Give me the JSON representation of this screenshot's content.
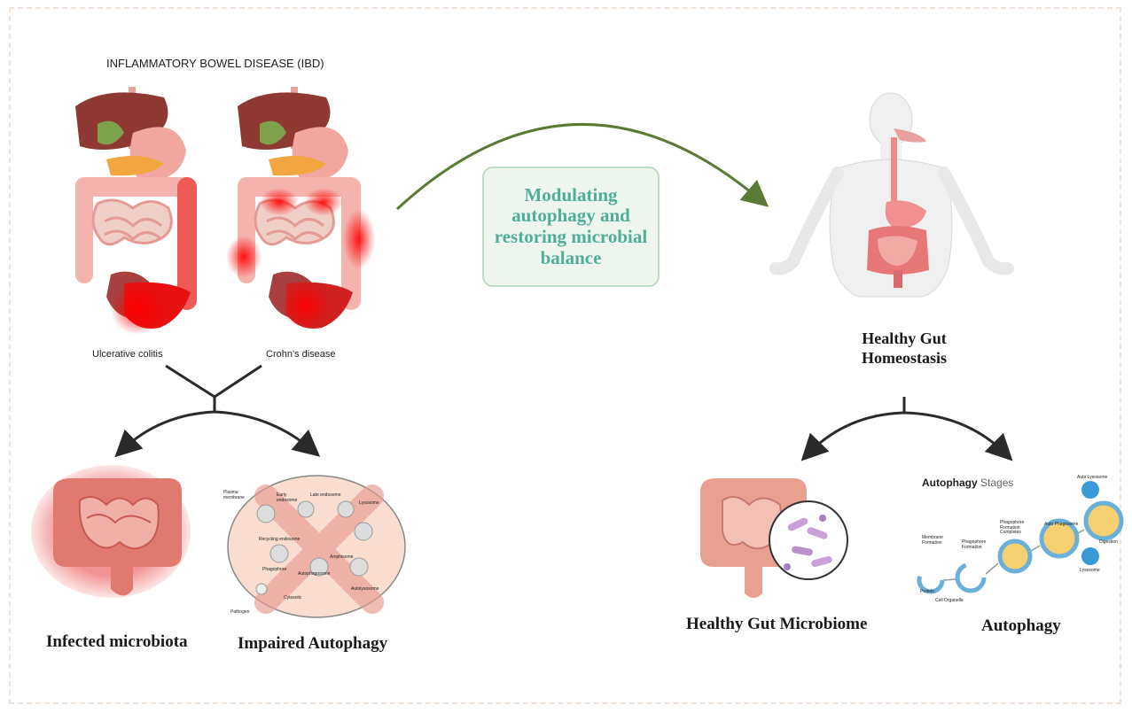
{
  "ibd": {
    "title": "INFLAMMATORY BOWEL DISEASE (IBD)",
    "uc_label": "Ulcerative colitis",
    "crohns_label": "Crohn's disease"
  },
  "callout": {
    "text": "Modulating autophagy and restoring microbial balance"
  },
  "healthy": {
    "title": "Healthy Gut Homeostasis",
    "microbiome_label": "Healthy Gut Microbiome",
    "autophagy_label": "Autophagy"
  },
  "disease": {
    "infected_label": "Infected microbiota",
    "impaired_label": "Impaired Autophagy"
  },
  "autophagy_panel": {
    "title_bold": "Autophagy",
    "title_light": "Stages",
    "labels": [
      "Membrane Formation",
      "Phagophore Formation",
      "Phagophore Formation Completes",
      "Auto Phagosome",
      "Auto Lysosome",
      "Digestion",
      "Lysosome",
      "Protein",
      "Cell Organelle"
    ]
  },
  "impaired_panel": {
    "labels": [
      "Plasma membrane",
      "Early endosome",
      "Late endosome",
      "Lysosome",
      "Recycling endosome",
      "Phagophore",
      "Autophagosome",
      "Amphisome",
      "Autolysosome",
      "Cytosolic",
      "Pathogen"
    ]
  },
  "colors": {
    "arrow_green": "#5a7a35",
    "callout_text": "#4fae9a",
    "inflamed_red": "#e8101a",
    "intestine_pink": "#f0a09a"
  }
}
